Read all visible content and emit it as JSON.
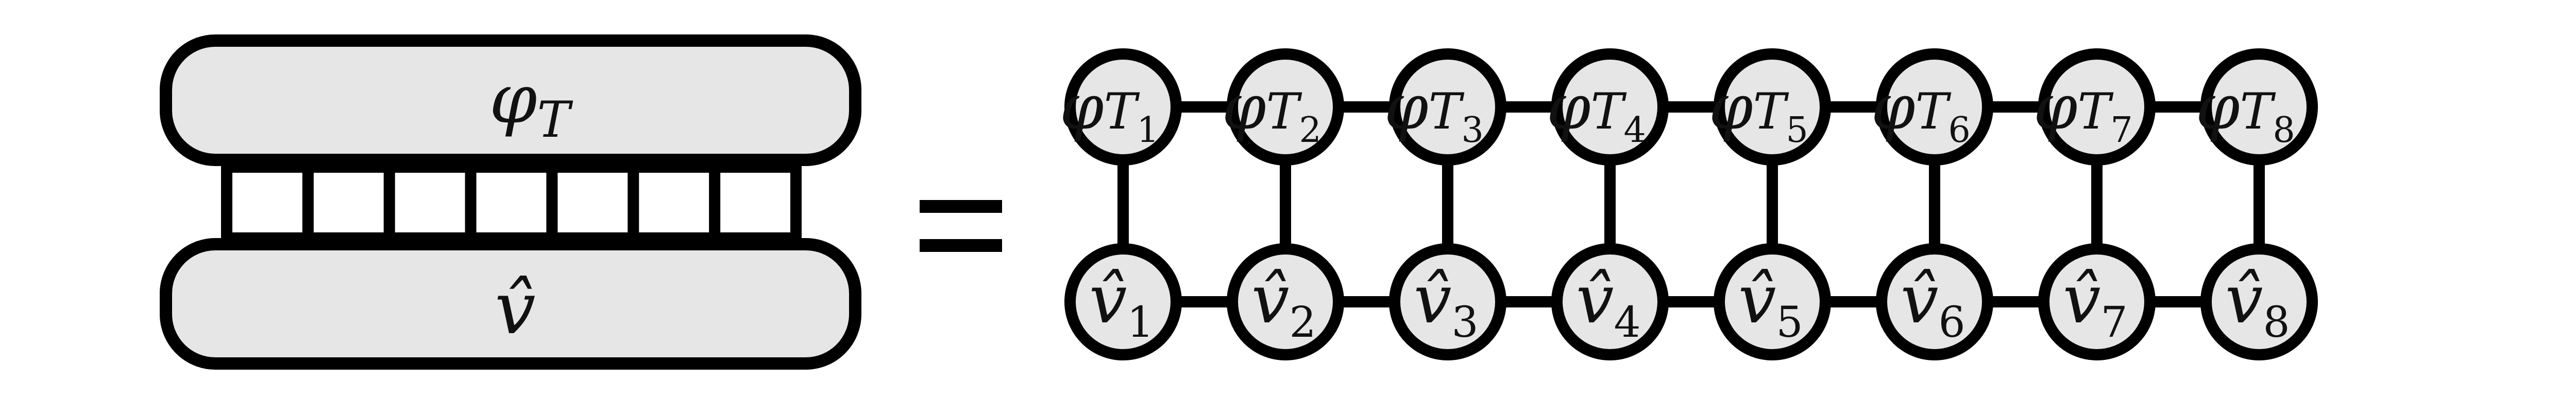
{
  "colors": {
    "fill": "#e6e6e6",
    "stroke": "#000000",
    "background": "#ffffff"
  },
  "lhs": {
    "top_symbol": "φ",
    "top_sub": "T",
    "bottom_symbol": "v̂",
    "legs": 8
  },
  "equals": "=",
  "rhs": {
    "top_nodes": [
      {
        "symbol": "φ",
        "base": "T",
        "index": "1"
      },
      {
        "symbol": "φ",
        "base": "T",
        "index": "2"
      },
      {
        "symbol": "φ",
        "base": "T",
        "index": "3"
      },
      {
        "symbol": "φ",
        "base": "T",
        "index": "4"
      },
      {
        "symbol": "φ",
        "base": "T",
        "index": "5"
      },
      {
        "symbol": "φ",
        "base": "T",
        "index": "6"
      },
      {
        "symbol": "φ",
        "base": "T",
        "index": "7"
      },
      {
        "symbol": "φ",
        "base": "T",
        "index": "8"
      }
    ],
    "bottom_nodes": [
      {
        "symbol": "v̂",
        "index": "1"
      },
      {
        "symbol": "v̂",
        "index": "2"
      },
      {
        "symbol": "v̂",
        "index": "3"
      },
      {
        "symbol": "v̂",
        "index": "4"
      },
      {
        "symbol": "v̂",
        "index": "5"
      },
      {
        "symbol": "v̂",
        "index": "6"
      },
      {
        "symbol": "v̂",
        "index": "7"
      },
      {
        "symbol": "v̂",
        "index": "8"
      }
    ]
  }
}
